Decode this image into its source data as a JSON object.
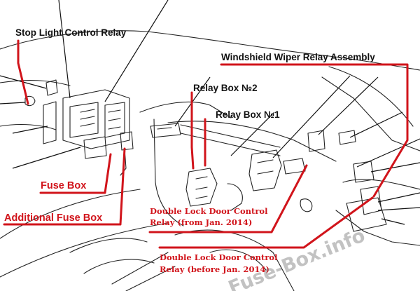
{
  "diagram": {
    "labels": {
      "stop_light_relay": "Stop Light Control Relay",
      "windshield_wiper_relay": "Windshield Wiper Relay Assembly",
      "relay_box_2": "Relay Box №2",
      "relay_box_1": "Relay Box №1",
      "fuse_box": "Fuse Box",
      "additional_fuse_box": "Additional Fuse Box",
      "double_lock_from_line1": "Double Lock Door Control",
      "double_lock_from_line2": "Relay (from Jan. 2014)",
      "double_lock_before_line1": "Double Lock Door Control",
      "double_lock_before_line2": "Relay (before Jan. 2014)"
    },
    "watermark": "Fuse-Box.info",
    "colors": {
      "callout_red": "#d1141b",
      "line_black": "#111111",
      "background": "#ffffff"
    }
  }
}
